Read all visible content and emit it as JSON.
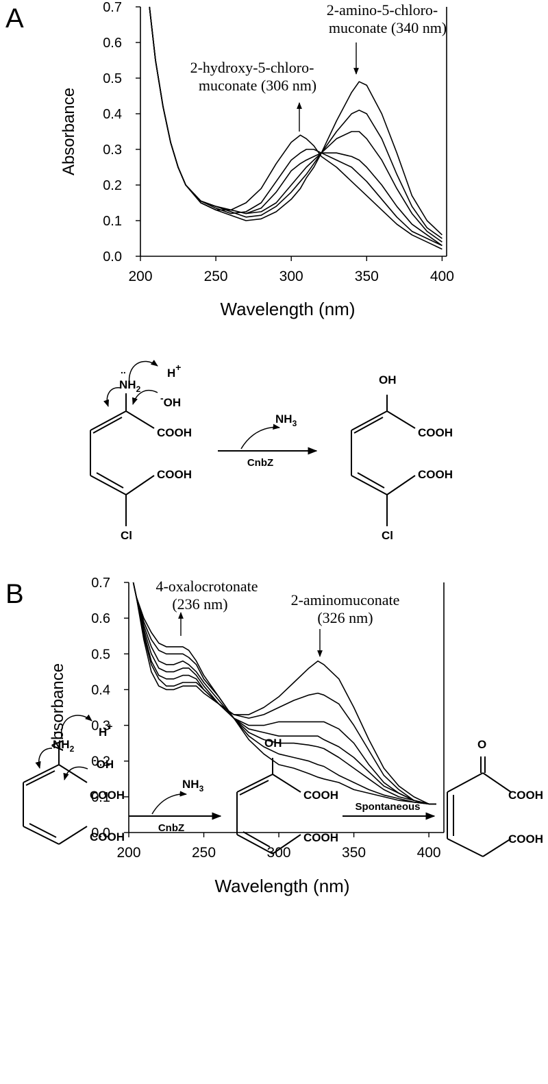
{
  "panels": {
    "a": {
      "label": "A"
    },
    "b": {
      "label": "B"
    }
  },
  "chart_data": [
    {
      "type": "line",
      "panel": "A",
      "xlabel": "Wavelength (nm)",
      "ylabel": "Absorbance",
      "xlim": [
        200,
        400
      ],
      "ylim": [
        0.0,
        0.7
      ],
      "xticks": [
        200,
        250,
        300,
        350,
        400
      ],
      "yticks": [
        0.0,
        0.1,
        0.2,
        0.3,
        0.4,
        0.5,
        0.6,
        0.7
      ],
      "ytick_labels": [
        "0.0",
        "0.1",
        "0.2",
        "0.3",
        "0.4",
        "0.5",
        "0.6",
        "0.7"
      ],
      "x": [
        206,
        210,
        215,
        220,
        225,
        230,
        240,
        250,
        260,
        270,
        280,
        290,
        300,
        306,
        310,
        315,
        320,
        330,
        340,
        345,
        350,
        360,
        370,
        380,
        390,
        400
      ],
      "series": [
        {
          "values": [
            0.7,
            0.55,
            0.42,
            0.32,
            0.25,
            0.2,
            0.15,
            0.13,
            0.13,
            0.15,
            0.19,
            0.26,
            0.32,
            0.34,
            0.33,
            0.31,
            0.28,
            0.25,
            0.21,
            0.19,
            0.17,
            0.13,
            0.09,
            0.06,
            0.04,
            0.02
          ]
        },
        {
          "values": [
            0.7,
            0.55,
            0.42,
            0.32,
            0.25,
            0.2,
            0.155,
            0.135,
            0.12,
            0.125,
            0.15,
            0.21,
            0.27,
            0.29,
            0.3,
            0.3,
            0.29,
            0.27,
            0.25,
            0.23,
            0.21,
            0.16,
            0.11,
            0.07,
            0.05,
            0.03
          ]
        },
        {
          "values": [
            0.7,
            0.55,
            0.42,
            0.32,
            0.25,
            0.2,
            0.155,
            0.14,
            0.13,
            0.12,
            0.135,
            0.18,
            0.24,
            0.26,
            0.27,
            0.28,
            0.29,
            0.29,
            0.28,
            0.27,
            0.25,
            0.2,
            0.14,
            0.09,
            0.06,
            0.03
          ]
        },
        {
          "values": [
            0.7,
            0.55,
            0.42,
            0.32,
            0.25,
            0.2,
            0.155,
            0.14,
            0.13,
            0.12,
            0.125,
            0.15,
            0.2,
            0.23,
            0.25,
            0.27,
            0.29,
            0.33,
            0.35,
            0.35,
            0.33,
            0.27,
            0.19,
            0.12,
            0.07,
            0.04
          ]
        },
        {
          "values": [
            0.7,
            0.55,
            0.42,
            0.32,
            0.25,
            0.2,
            0.155,
            0.14,
            0.125,
            0.11,
            0.115,
            0.14,
            0.18,
            0.21,
            0.23,
            0.26,
            0.29,
            0.35,
            0.4,
            0.41,
            0.4,
            0.33,
            0.23,
            0.14,
            0.08,
            0.05
          ]
        },
        {
          "values": [
            0.7,
            0.55,
            0.42,
            0.32,
            0.25,
            0.2,
            0.15,
            0.13,
            0.115,
            0.1,
            0.105,
            0.125,
            0.16,
            0.19,
            0.22,
            0.25,
            0.29,
            0.38,
            0.46,
            0.49,
            0.48,
            0.4,
            0.29,
            0.17,
            0.1,
            0.06
          ]
        }
      ],
      "annotations": [
        {
          "lines": [
            "2-hydroxy-5-chloro-",
            "muconate (306 nm)"
          ],
          "arrow_x": 306,
          "arrow": "up"
        },
        {
          "lines": [
            "2-amino-5-chloro-",
            "muconate (340 nm)"
          ],
          "arrow_x": 342,
          "arrow": "down"
        }
      ]
    },
    {
      "type": "line",
      "panel": "B",
      "xlabel": "Wavelength (nm)",
      "ylabel": "Absorbance",
      "xlim": [
        200,
        405
      ],
      "ylim": [
        0.0,
        0.7
      ],
      "xticks": [
        200,
        250,
        300,
        350,
        400
      ],
      "yticks": [
        0.0,
        0.1,
        0.2,
        0.3,
        0.4,
        0.5,
        0.6,
        0.7
      ],
      "ytick_labels": [
        "0.0",
        "0.1",
        "0.2",
        "0.3",
        "0.4",
        "0.5",
        "0.6",
        "0.7"
      ],
      "x": [
        203,
        205,
        210,
        215,
        220,
        225,
        230,
        236,
        240,
        245,
        250,
        260,
        270,
        280,
        290,
        300,
        310,
        320,
        326,
        330,
        340,
        350,
        360,
        370,
        380,
        390,
        400,
        405
      ],
      "series": [
        {
          "values": [
            0.7,
            0.66,
            0.6,
            0.56,
            0.53,
            0.52,
            0.52,
            0.52,
            0.51,
            0.48,
            0.44,
            0.38,
            0.32,
            0.26,
            0.22,
            0.19,
            0.18,
            0.165,
            0.155,
            0.15,
            0.14,
            0.12,
            0.11,
            0.1,
            0.09,
            0.085,
            0.08,
            0.08
          ]
        },
        {
          "values": [
            0.7,
            0.66,
            0.59,
            0.54,
            0.51,
            0.5,
            0.5,
            0.5,
            0.49,
            0.47,
            0.43,
            0.38,
            0.32,
            0.27,
            0.24,
            0.22,
            0.21,
            0.2,
            0.19,
            0.185,
            0.16,
            0.14,
            0.12,
            0.105,
            0.095,
            0.085,
            0.08,
            0.08
          ]
        },
        {
          "values": [
            0.7,
            0.66,
            0.58,
            0.52,
            0.48,
            0.47,
            0.47,
            0.48,
            0.47,
            0.45,
            0.42,
            0.37,
            0.32,
            0.28,
            0.26,
            0.25,
            0.25,
            0.245,
            0.24,
            0.235,
            0.21,
            0.18,
            0.15,
            0.12,
            0.1,
            0.09,
            0.08,
            0.08
          ]
        },
        {
          "values": [
            0.7,
            0.66,
            0.57,
            0.5,
            0.46,
            0.45,
            0.45,
            0.46,
            0.46,
            0.44,
            0.41,
            0.36,
            0.32,
            0.29,
            0.28,
            0.27,
            0.27,
            0.27,
            0.27,
            0.26,
            0.24,
            0.21,
            0.17,
            0.13,
            0.11,
            0.09,
            0.08,
            0.08
          ]
        },
        {
          "values": [
            0.7,
            0.66,
            0.56,
            0.48,
            0.44,
            0.43,
            0.43,
            0.44,
            0.44,
            0.43,
            0.4,
            0.36,
            0.32,
            0.3,
            0.3,
            0.31,
            0.31,
            0.31,
            0.31,
            0.31,
            0.29,
            0.25,
            0.19,
            0.14,
            0.11,
            0.09,
            0.08,
            0.08
          ]
        },
        {
          "values": [
            0.7,
            0.66,
            0.55,
            0.47,
            0.43,
            0.41,
            0.41,
            0.42,
            0.42,
            0.42,
            0.4,
            0.36,
            0.33,
            0.32,
            0.33,
            0.35,
            0.37,
            0.385,
            0.39,
            0.385,
            0.36,
            0.3,
            0.23,
            0.16,
            0.12,
            0.09,
            0.08,
            0.08
          ]
        },
        {
          "values": [
            0.7,
            0.66,
            0.54,
            0.45,
            0.41,
            0.4,
            0.4,
            0.41,
            0.41,
            0.41,
            0.39,
            0.36,
            0.33,
            0.33,
            0.35,
            0.38,
            0.42,
            0.46,
            0.48,
            0.47,
            0.43,
            0.35,
            0.26,
            0.18,
            0.13,
            0.1,
            0.08,
            0.08
          ]
        }
      ],
      "annotations": [
        {
          "lines": [
            "4-oxalocrotonate",
            "(236 nm)"
          ],
          "arrow_x": 236,
          "arrow": "up"
        },
        {
          "lines": [
            "2-aminomuconate",
            "(326 nm)"
          ],
          "arrow_x": 326,
          "arrow": "down"
        }
      ]
    }
  ],
  "schemes": {
    "a": {
      "substrate": {
        "nh2": "NH",
        "nh2_sub": "2",
        "h_plus": "H",
        "h_plus_sup": "+",
        "oh": "OH",
        "oh_charge": "-",
        "cooh_top": "COOH",
        "cooh_bottom": "COOH",
        "cl": "Cl"
      },
      "arrow": {
        "nh3": "NH",
        "nh3_sub": "3",
        "enzyme": "CnbZ"
      },
      "product": {
        "oh": "OH",
        "cooh_top": "COOH",
        "cooh_bottom": "COOH",
        "cl": "Cl"
      }
    },
    "b": {
      "substrate": {
        "nh2": "NH",
        "nh2_sub": "2",
        "h_plus": "H",
        "h_plus_sup": "+",
        "oh": "OH",
        "oh_charge": "-",
        "cooh_top": "COOH",
        "cooh_bottom": "COOH"
      },
      "arrow1": {
        "nh3": "NH",
        "nh3_sub": "3",
        "enzyme": "CnbZ"
      },
      "intermediate": {
        "oh": "OH",
        "cooh_top": "COOH",
        "cooh_bottom": "COOH"
      },
      "arrow2": {
        "label": "Spontaneous"
      },
      "product": {
        "o": "O",
        "cooh_top": "COOH",
        "cooh_bottom": "COOH"
      }
    }
  }
}
